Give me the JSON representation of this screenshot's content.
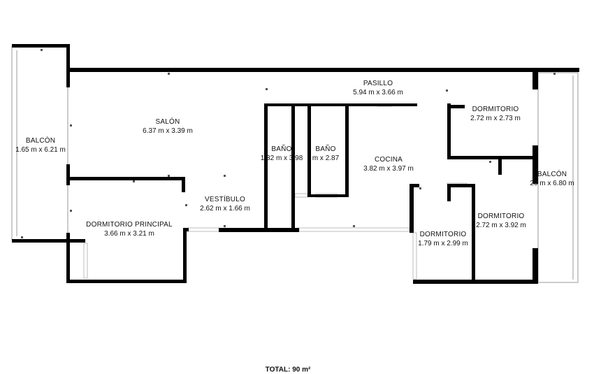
{
  "rooms": {
    "balcon_left": {
      "name": "BALCÓN",
      "dims": "1.65 m x 6.21 m"
    },
    "salon": {
      "name": "SALÓN",
      "dims": "6.37 m x 3.39 m"
    },
    "pasillo": {
      "name": "PASILLO",
      "dims": "5.94 m x 3.66 m"
    },
    "bano_1": {
      "name": "BAÑO",
      "dims": "1.32 m x 3.98"
    },
    "bano_2": {
      "name": "BAÑO",
      "dims": "m x 2.87"
    },
    "cocina": {
      "name": "COCINA",
      "dims": "3.82 m x 3.97 m"
    },
    "dormitorio_ne": {
      "name": "DORMITORIO",
      "dims": "2.72 m x 2.73 m"
    },
    "balcon_right": {
      "name": "BALCÓN",
      "dims": "26 m x 6.80 m"
    },
    "vestibulo": {
      "name": "VESTÍBULO",
      "dims": "2.62 m x 1.66 m"
    },
    "dorm_principal": {
      "name": "DORMITORIO PRINCIPAL",
      "dims": "3.66 m x 3.21 m"
    },
    "dormitorio_se": {
      "name": "DORMITORIO",
      "dims": "2.72 m x 3.92 m"
    },
    "dormitorio_s": {
      "name": "DORMITORIO",
      "dims": "1.79 m x 2.99 m"
    }
  },
  "total": "TOTAL: 90 m²",
  "colors": {
    "wall": "#000000",
    "thin_line": "#9a9a9a",
    "window": "#bdbdbd",
    "background": "#ffffff"
  }
}
